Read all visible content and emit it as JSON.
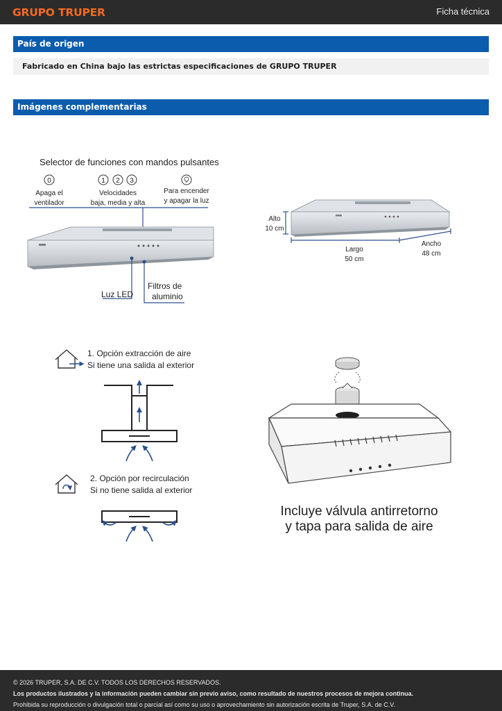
{
  "header": {
    "brand": "GRUPO TRUPER",
    "doc_type": "Ficha técnica"
  },
  "origin": {
    "heading": "País de origen",
    "text": "Fabricado en China bajo las estrictas especificaciones de GRUPO TRUPER"
  },
  "images": {
    "heading": "Imágenes complementarias"
  },
  "controls_figure": {
    "title": "Selector de funciones con mandos pulsantes",
    "button_0": "0",
    "button_1": "1",
    "button_2": "2",
    "button_3": "3",
    "off_line1": "Apaga el",
    "off_line2": "ventilador",
    "speed_line1": "Velocidades",
    "speed_line2": "baja, media y alta",
    "light_line1": "Para encender",
    "light_line2": "y apagar la luz",
    "led": "Luz LED",
    "filters_line1": "Filtros de",
    "filters_line2": "aluminio"
  },
  "dimensions_figure": {
    "height_label": "Alto",
    "height_value": "10 cm",
    "length_label": "Largo",
    "length_value": "50 cm",
    "width_label": "Ancho",
    "width_value": "48 cm"
  },
  "modes_figure": {
    "extraction_title": "1. Opción extracción de aire",
    "extraction_desc": "Si tiene una salida al exterior",
    "recirc_title": "2. Opción por recirculación",
    "recirc_desc": "Si no tiene salida al exterior"
  },
  "valve_figure": {
    "caption_line1": "Incluye válvula antirretorno",
    "caption_line2": "y tapa para salida de aire"
  },
  "footer": {
    "copyright": "© 2026 TRUPER, S.A. DE C.V. TODOS LOS DERECHOS RESERVADOS.",
    "notice": "Los productos ilustrados y la información pueden cambiar sin previo aviso, como resultado de nuestros procesos de mejora continua.",
    "prohibition": "Prohibida su reproducción o divulgación total o parcial así como su uso o aprovechamiento sin autorización escrita de Truper, S.A. de C.V."
  }
}
